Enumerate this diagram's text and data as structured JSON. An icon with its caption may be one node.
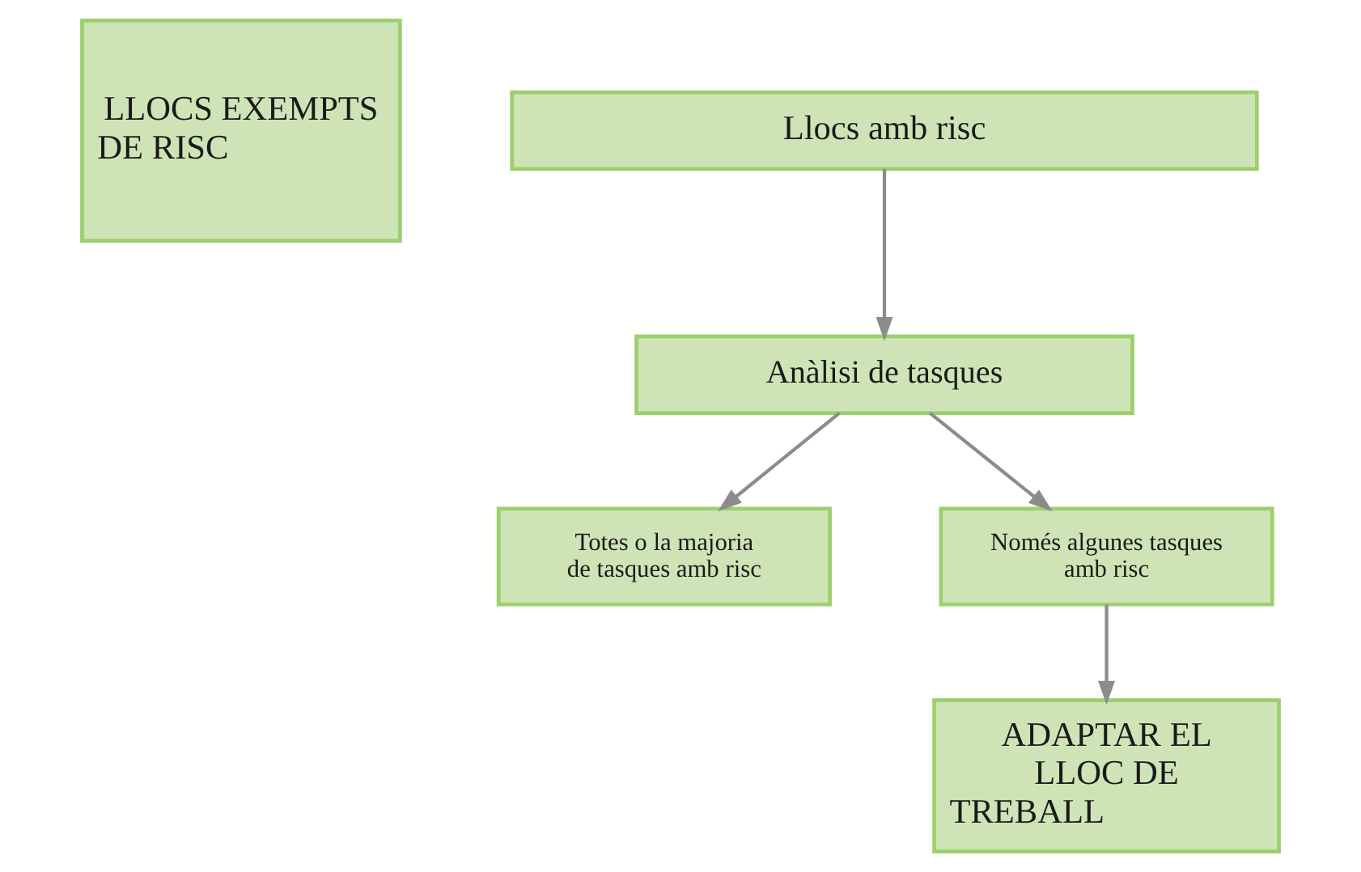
{
  "diagram": {
    "nodes": [
      {
        "text": [
          "LLOCS EXEMPTS DE RISC"
        ]
      },
      {
        "text": [
          "Llocs amb risc"
        ]
      },
      {
        "text": [
          "Anàlisi de tasques"
        ]
      },
      {
        "text": [
          "Totes o la majoria de tasques amb risc"
        ]
      },
      {
        "text": [
          "Només algunes tasques amb risc"
        ]
      },
      {
        "text": [
          "ADAPTAR EL LLOC DE TREBALL"
        ]
      }
    ],
    "edges": [
      {
        "from": 1,
        "to": 2,
        "arrow": "to"
      },
      {
        "from": 2,
        "to": 3,
        "arrow": "to"
      },
      {
        "from": 2,
        "to": 4,
        "arrow": "to"
      },
      {
        "from": 4,
        "to": 5,
        "arrow": "to"
      }
    ]
  }
}
